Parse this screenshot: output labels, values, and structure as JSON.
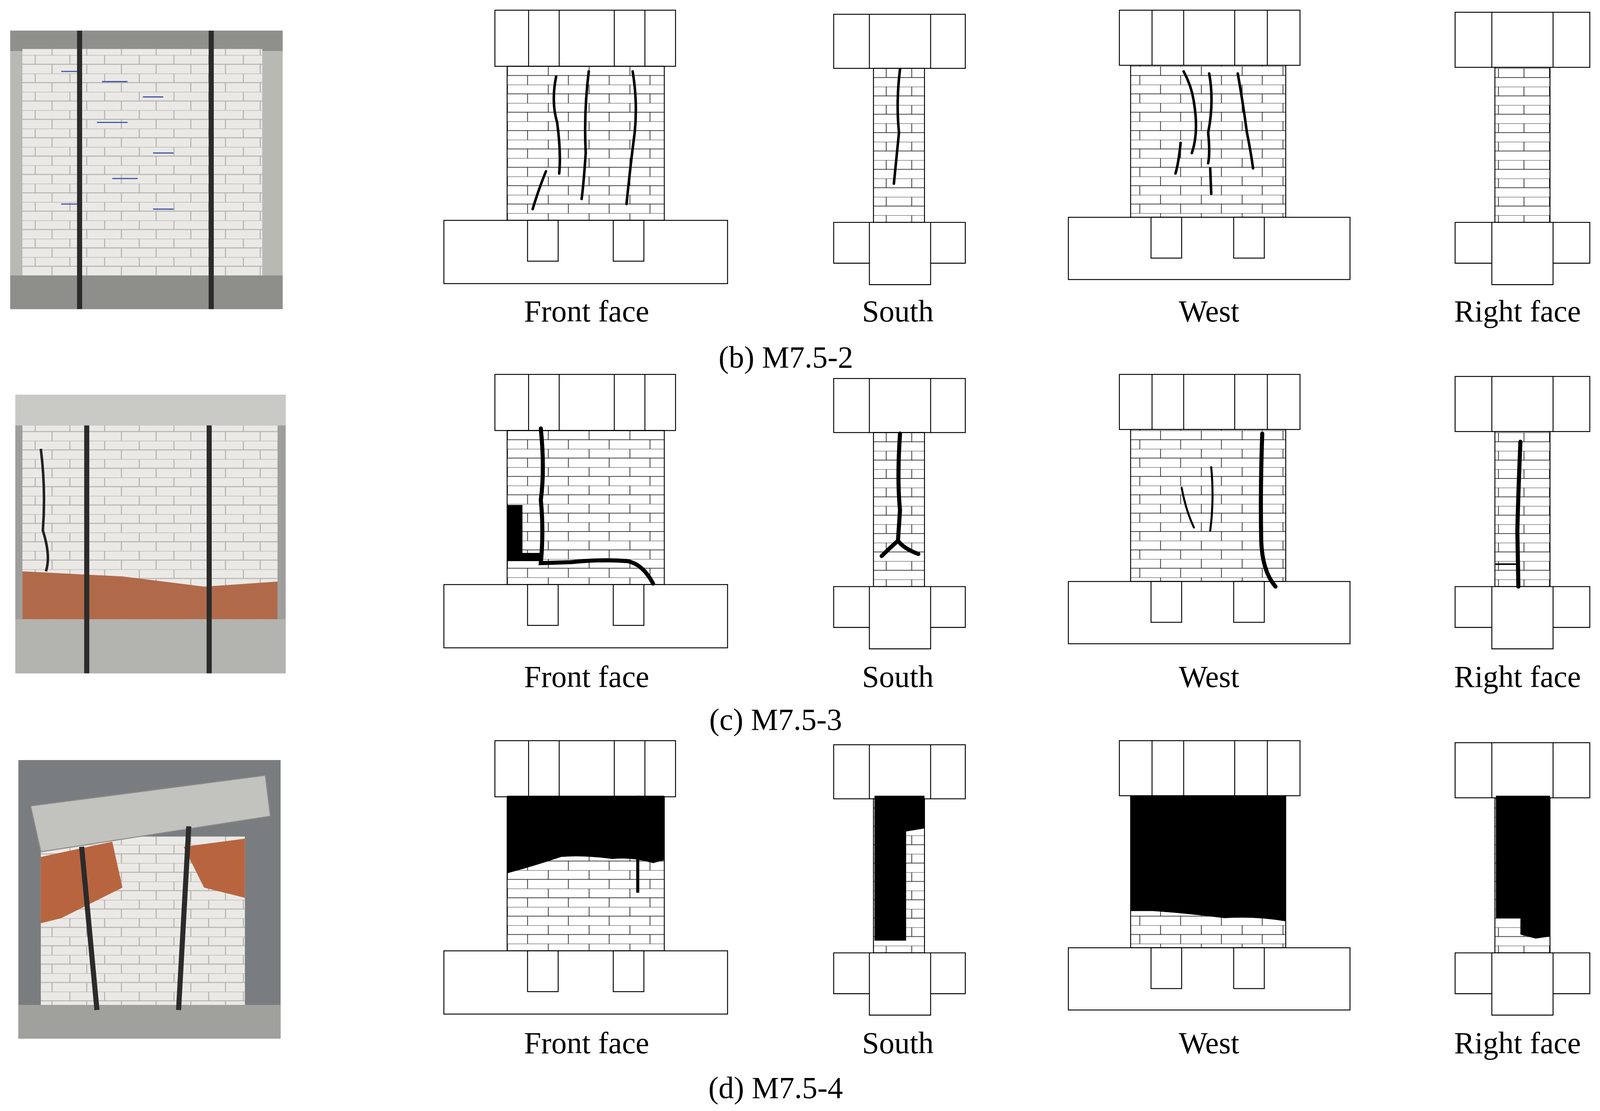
{
  "diagram": {
    "labels": [
      "Front face",
      "South",
      "West",
      "Right face",
      "(b) M7.5-2",
      "Front face",
      "South",
      "West",
      "Right face",
      "(c) M7.5-3",
      "Front face",
      "South",
      "West",
      "Right face",
      "(d) M7.5-4"
    ]
  }
}
